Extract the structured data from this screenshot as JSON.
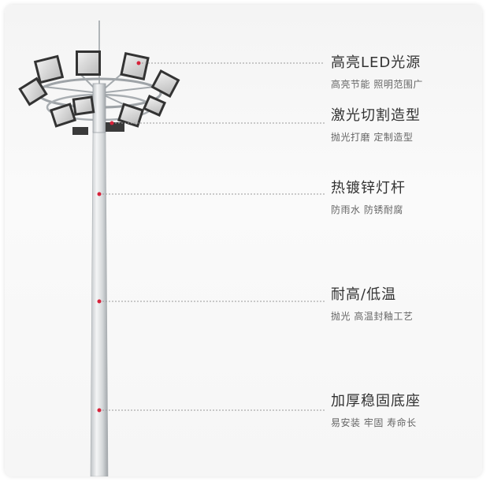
{
  "colors": {
    "accent_dot": "#d7223a",
    "leader_line": "#9a9a9a",
    "title_text": "#333333",
    "desc_text": "#666666"
  },
  "features": [
    {
      "title": "高亮LED光源",
      "desc": "高亮节能 照明范围广"
    },
    {
      "title": "激光切割造型",
      "desc": "抛光打磨 定制造型"
    },
    {
      "title": "热镀锌灯杆",
      "desc": "防雨水 防锈耐腐"
    },
    {
      "title": "耐高/低温",
      "desc": "抛光 高温封釉工艺"
    },
    {
      "title": "加厚稳固底座",
      "desc": "易安装 牢固 寿命长"
    }
  ]
}
